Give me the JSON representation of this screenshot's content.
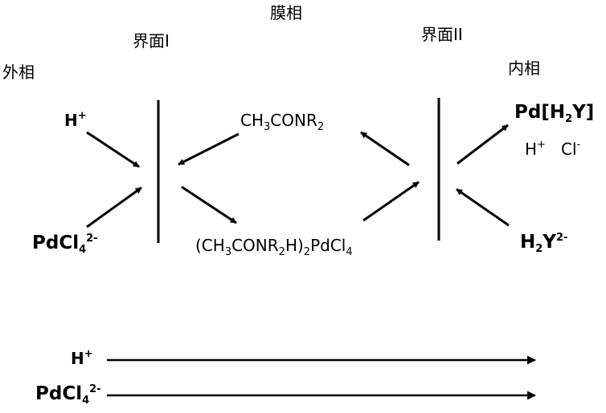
{
  "phases": {
    "membrane": "膜相",
    "interface1": "界面I",
    "interface2": "界面II",
    "outer": "外相",
    "inner": "内相"
  },
  "species": {
    "h_plus": {
      "base": "H",
      "sup": "+"
    },
    "pdcl4": {
      "base": "PdCl",
      "sub": "4",
      "sup": "2-"
    },
    "carrier": {
      "p1": "CH",
      "s1": "3",
      "p2": "CONR",
      "s2": "2"
    },
    "complex": {
      "p1": "(CH",
      "s1": "3",
      "p2": "CONR",
      "s2": "2",
      "p3": "H)",
      "s3": "2",
      "p4": "PdCl",
      "s4": "4"
    },
    "pd_h2y": {
      "p1": "Pd[H",
      "s1": "2",
      "p2": "Y]"
    },
    "h_plus_inner": {
      "base": "H",
      "sup": "+"
    },
    "cl_minus": {
      "base": "Cl",
      "sup": "-"
    },
    "h2y": {
      "p1": "H",
      "s1": "2",
      "p2": "Y",
      "sup": "2-"
    }
  },
  "overall": {
    "h_plus": {
      "base": "H",
      "sup": "+"
    },
    "pdcl4": {
      "base": "PdCl",
      "sub": "4",
      "sup": "2-"
    }
  }
}
